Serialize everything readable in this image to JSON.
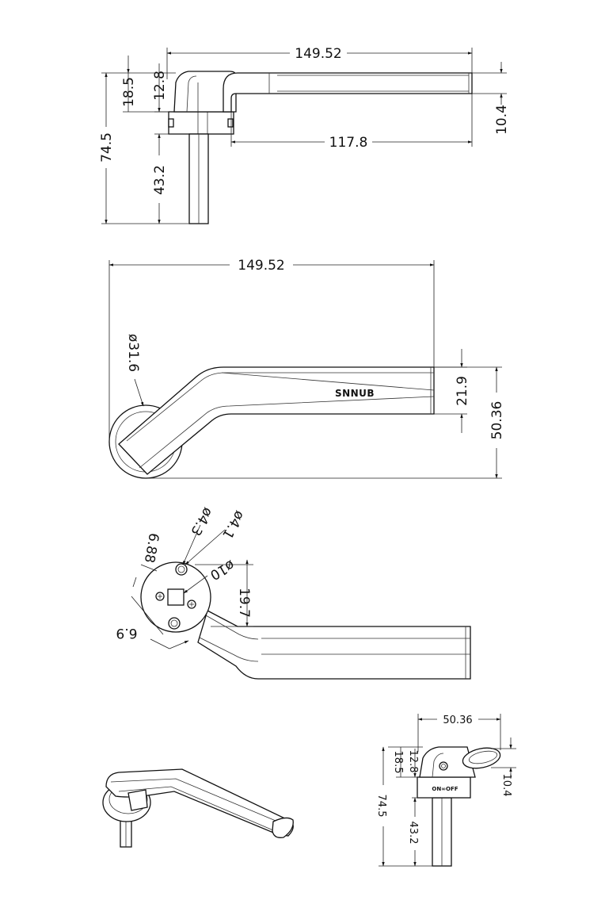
{
  "views": {
    "top": {
      "overall_length": "149.52",
      "collar_offset": "18.5",
      "lever_height": "12.8",
      "lever_thickness": "10.4",
      "lever_reach": "117.8",
      "total_height": "74.5",
      "spindle_length": "43.2"
    },
    "front": {
      "overall_length": "149.52",
      "rose_diameter": "ø31.6",
      "lever_width": "21.9",
      "overall_depth": "50.36",
      "brand": "SNNUB"
    },
    "base": {
      "hole_diameter_a": "ø4.3",
      "hole_diameter_b": "ø4.1",
      "spindle_diameter": "ø10",
      "hole_spacing_a": "6.88",
      "hole_spacing_b": "6.9",
      "offset": "19.7"
    },
    "side": {
      "depth": "50.36",
      "lever_height": "12.8",
      "collar_offset": "18.5",
      "lever_thickness": "10.4",
      "total_height": "74.5",
      "spindle_length": "43.2",
      "switch_label": "ON∞OFF"
    }
  }
}
